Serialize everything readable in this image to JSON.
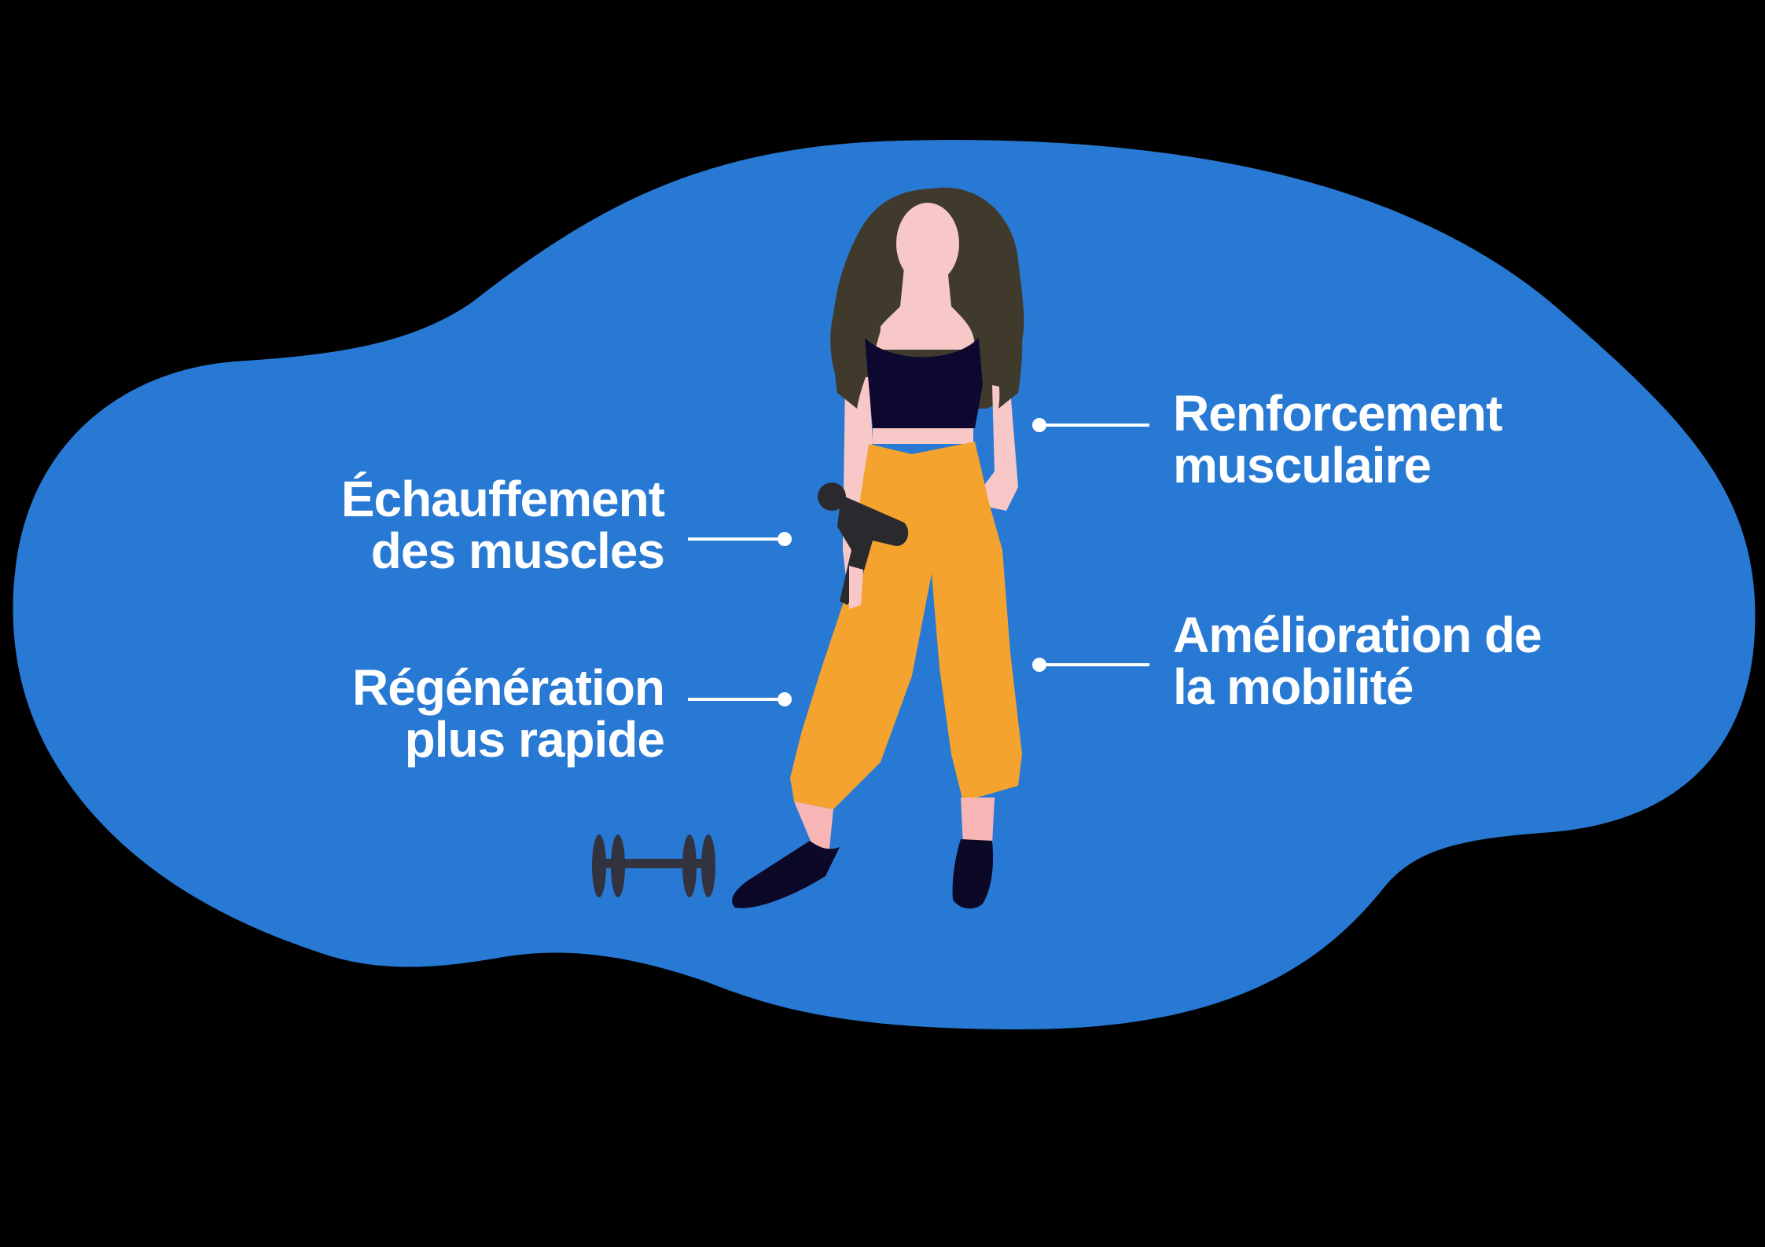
{
  "infographic": {
    "benefits_left": [
      {
        "line1": "Échauffement",
        "line2": "des muscles"
      },
      {
        "line1": "Régénération",
        "line2": "plus rapide"
      }
    ],
    "benefits_right": [
      {
        "line1": "Renforcement",
        "line2": "musculaire"
      },
      {
        "line1": "Amélioration de",
        "line2": "la mobilité"
      }
    ]
  },
  "colors": {
    "background": "#000000",
    "blob": "#2779d3",
    "text": "#ffffff",
    "hair": "#403a2c",
    "top": "#0c0830",
    "pants": "#f5a32f",
    "skin": "#f8c8c8",
    "shoes": "#0c0828",
    "dumbbell": "#33323f",
    "massage_gun": "#2a2a2e"
  },
  "icons": [
    "woman-figure",
    "massage-gun-icon",
    "dumbbell-icon",
    "connector-line"
  ]
}
